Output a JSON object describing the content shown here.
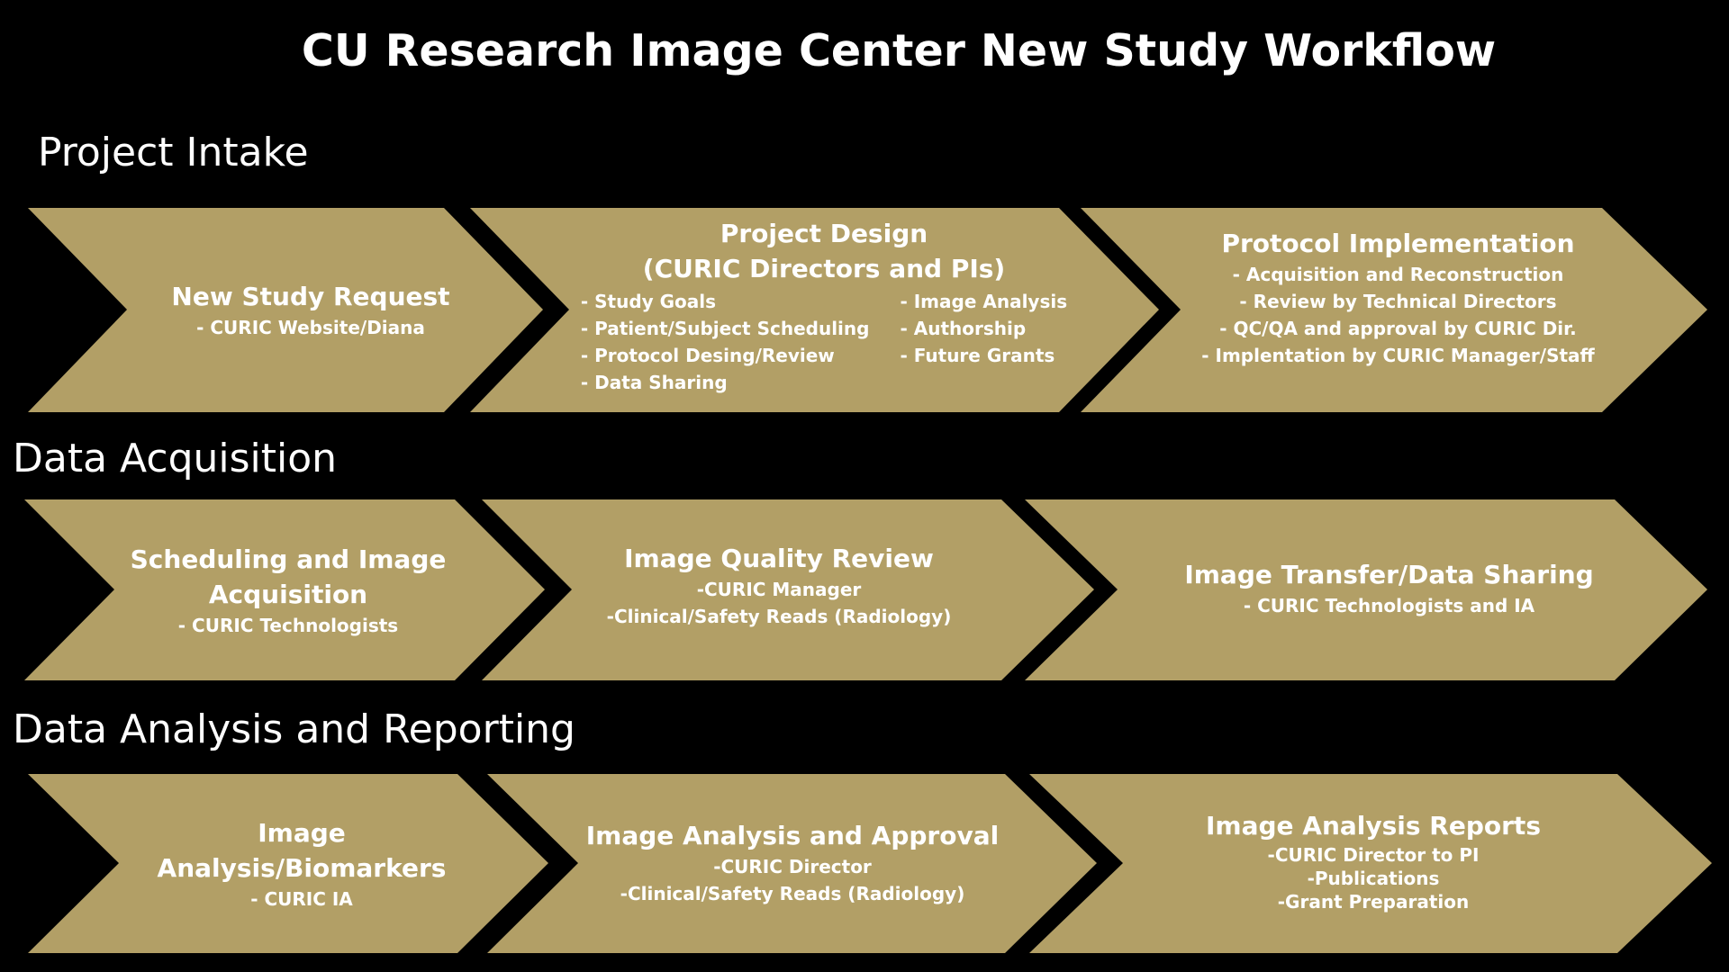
{
  "title": "CU Research Image Center New Study Workflow",
  "colors": {
    "background": "#000000",
    "chevron_fill": "#b29f66",
    "text": "#ffffff"
  },
  "sections": [
    {
      "label": "Project Intake",
      "steps": [
        {
          "title": "New Study Request",
          "lines": [
            "- CURIC Website/Diana"
          ]
        },
        {
          "title": "Project Design",
          "title2": "(CURIC Directors and PIs)",
          "left_items": [
            "- Study Goals",
            "- Patient/Subject Scheduling",
            "- Protocol Desing/Review",
            "- Data Sharing"
          ],
          "right_items": [
            "- Image Analysis",
            "- Authorship",
            "- Future Grants"
          ]
        },
        {
          "title": "Protocol Implementation",
          "lines": [
            "- Acquisition and Reconstruction",
            "- Review by Technical Directors",
            "- QC/QA and approval by CURIC Dir.",
            "- Implentation by CURIC Manager/Staff"
          ]
        }
      ]
    },
    {
      "label": "Data Acquisition",
      "steps": [
        {
          "title": "Scheduling and Image",
          "title2": "Acquisition",
          "lines": [
            "- CURIC Technologists"
          ]
        },
        {
          "title": "Image Quality Review",
          "lines": [
            "-CURIC Manager",
            "-Clinical/Safety Reads (Radiology)"
          ]
        },
        {
          "title": "Image Transfer/Data Sharing",
          "lines": [
            "- CURIC Technologists and IA"
          ]
        }
      ]
    },
    {
      "label": "Data Analysis and Reporting",
      "steps": [
        {
          "title": "Image Analysis/Biomarkers",
          "lines": [
            "- CURIC IA"
          ]
        },
        {
          "title": "Image Analysis and Approval",
          "lines": [
            "-CURIC Director",
            "-Clinical/Safety Reads (Radiology)"
          ]
        },
        {
          "title": "Image Analysis Reports",
          "lines": [
            "-CURIC Director to PI",
            "-Publications",
            "-Grant Preparation"
          ]
        }
      ]
    }
  ]
}
